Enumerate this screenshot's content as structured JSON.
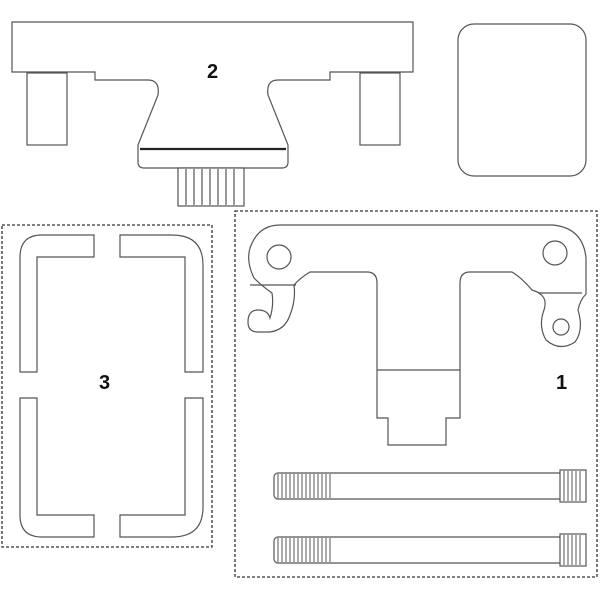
{
  "diagram": {
    "callouts": {
      "part_1": "1",
      "part_2": "2",
      "part_3": "3"
    },
    "colors": {
      "line": "#555555",
      "frame": "#333333",
      "background": "#ffffff"
    }
  }
}
